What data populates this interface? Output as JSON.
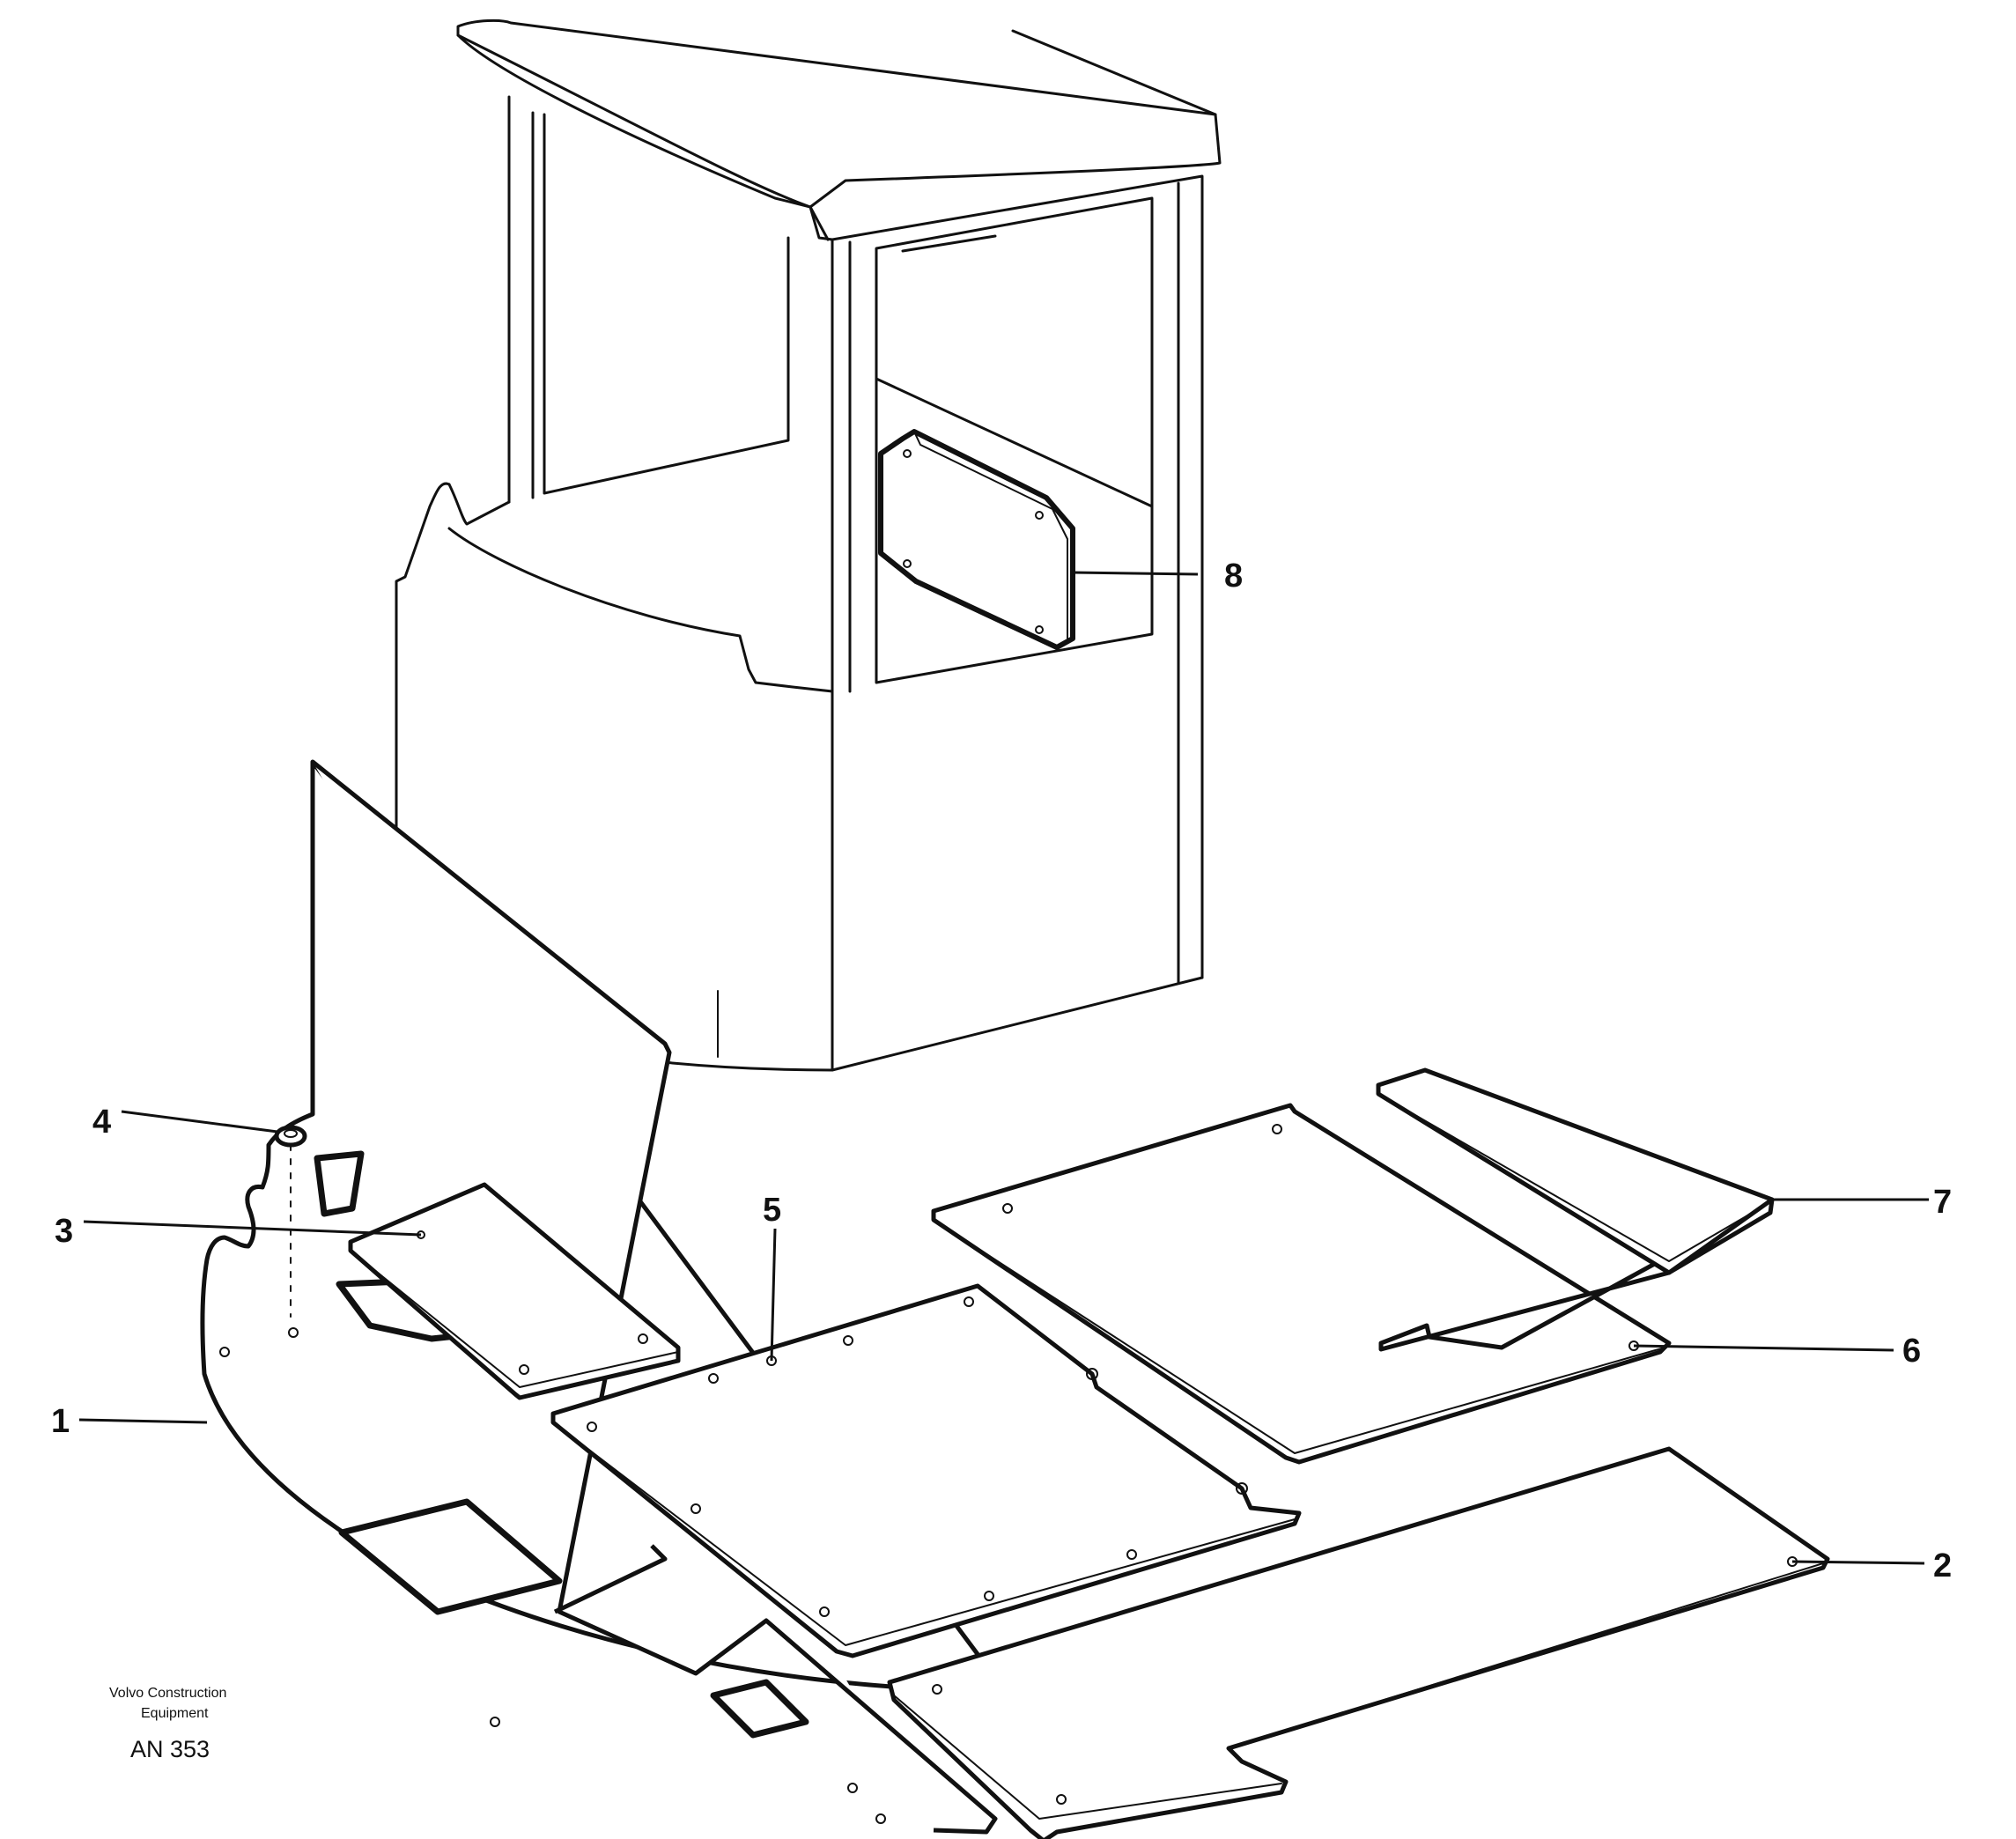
{
  "diagram": {
    "callouts": [
      {
        "id": "1",
        "label": "1"
      },
      {
        "id": "2",
        "label": "2"
      },
      {
        "id": "3",
        "label": "3"
      },
      {
        "id": "4",
        "label": "4"
      },
      {
        "id": "5",
        "label": "5"
      },
      {
        "id": "6",
        "label": "6"
      },
      {
        "id": "7",
        "label": "7"
      },
      {
        "id": "8",
        "label": "8"
      }
    ],
    "publisher_line1": "Volvo Construction",
    "publisher_line2": "Equipment",
    "drawing_code": "AN 353"
  },
  "colors": {
    "line": "#111111",
    "background": "#ffffff"
  }
}
